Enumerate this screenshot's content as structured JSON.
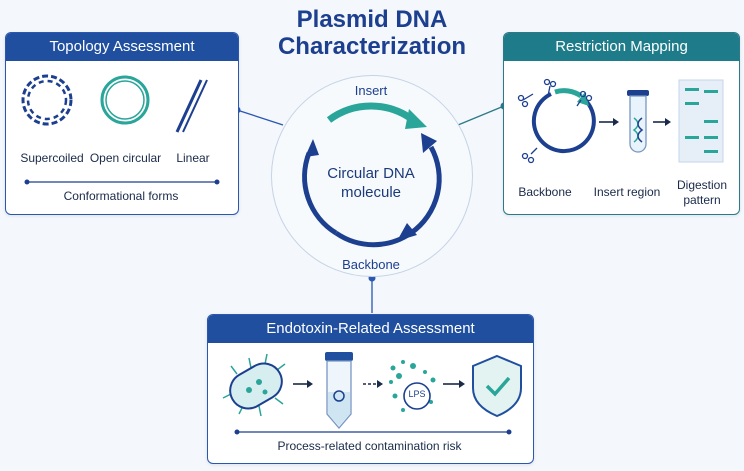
{
  "title": {
    "line1": "Plasmid DNA",
    "line2": "Characterization"
  },
  "center": {
    "insert_label": "Insert",
    "center_line1": "Circular DNA",
    "center_line2": "molecule",
    "backbone_label": "Backbone"
  },
  "topology": {
    "heading": "Topology Assessment",
    "forms": [
      "Supercoiled",
      "Open circular",
      "Linear"
    ],
    "caption": "Conformational forms"
  },
  "restriction": {
    "heading": "Restriction Mapping",
    "labels": [
      "Backbone",
      "Insert region",
      "Digestion\npattern"
    ]
  },
  "endotoxin": {
    "heading": "Endotoxin-Related Assessment",
    "lps_label": "LPS",
    "caption": "Process-related contamination risk"
  },
  "colors": {
    "navy": "#1c3f8f",
    "teal": "#2aa59a",
    "panel_blue": "#1f4f9e",
    "panel_teal": "#1e7c8a"
  }
}
